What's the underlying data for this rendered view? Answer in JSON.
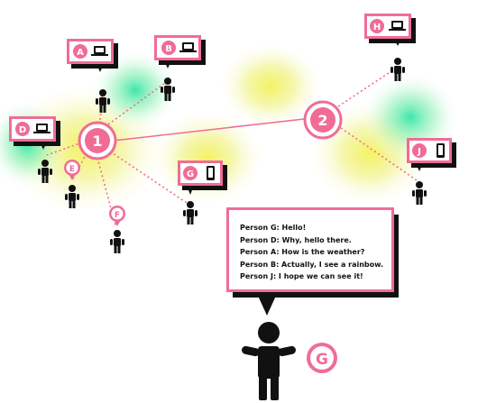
{
  "colors": {
    "accent": "#f06c96",
    "accent_light": "#f9b9cf",
    "ink": "#111111",
    "glow_yellow": "#f4f25a",
    "glow_green": "#3ee6a0"
  },
  "hubs": [
    {
      "label": "1"
    },
    {
      "label": "2"
    }
  ],
  "people": [
    {
      "label": "A",
      "device": "laptop-icon"
    },
    {
      "label": "B",
      "device": "laptop-icon"
    },
    {
      "label": "D",
      "device": "laptop-icon"
    },
    {
      "label": "E",
      "device": "none"
    },
    {
      "label": "F",
      "device": "none"
    },
    {
      "label": "G",
      "device": "phone-icon"
    },
    {
      "label": "H",
      "device": "laptop-icon"
    },
    {
      "label": "J",
      "device": "phone-icon"
    }
  ],
  "chat": {
    "lines": [
      "Person G: Hello!",
      "Person D: Why, hello there.",
      "Person A: How is the weather?",
      "Person B: Actually, I see a rainbow.",
      "Person J: I hope we can see it!"
    ]
  },
  "featured_person": {
    "label": "G"
  }
}
